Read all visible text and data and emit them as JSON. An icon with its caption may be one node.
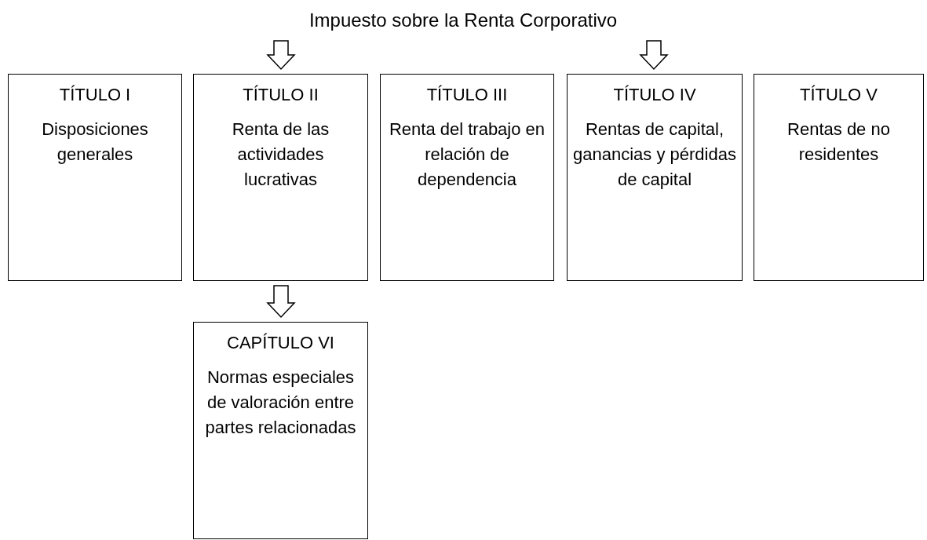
{
  "diagram": {
    "nodes": [
      {
        "text": [
          "Impuesto sobre la Renta Corporativo"
        ]
      },
      {
        "text": [
          "TÍTULO I",
          "Disposiciones generales"
        ]
      },
      {
        "text": [
          "TÍTULO II",
          "Renta de las actividades lucrativas"
        ]
      },
      {
        "text": [
          "TÍTULO III",
          "Renta del trabajo en relación de dependencia"
        ]
      },
      {
        "text": [
          "TÍTULO IV",
          "Rentas de capital, ganancias y pérdidas de capital"
        ]
      },
      {
        "text": [
          "TÍTULO V",
          "Rentas de no residentes"
        ]
      },
      {
        "text": [
          "CAPÍTULO VI",
          "Normas especiales de valoración entre partes relacionadas"
        ]
      }
    ],
    "edges": [
      {
        "from": 0,
        "to": 2,
        "arrow": "to"
      },
      {
        "from": 0,
        "to": 4,
        "arrow": "to"
      },
      {
        "from": 2,
        "to": 6,
        "arrow": "to"
      }
    ]
  }
}
